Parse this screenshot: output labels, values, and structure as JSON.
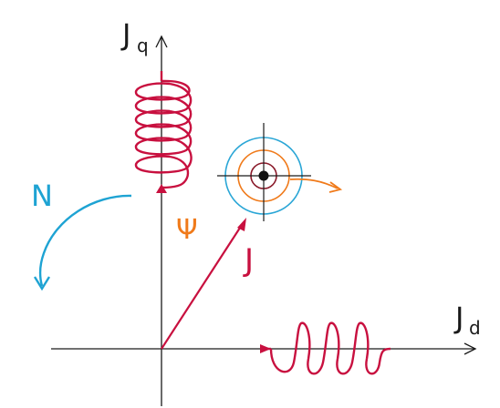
{
  "axes": {
    "vertical_label": "J",
    "vertical_subscript": "q",
    "horizontal_label": "J",
    "horizontal_subscript": "d"
  },
  "labels": {
    "rotation": "N",
    "flux": "Ψ",
    "current": "J"
  },
  "colors": {
    "axis": "#1a1a1a",
    "coil": "#c8103f",
    "rotation_arrow": "#1ea3d3",
    "flux": "#f07a1a",
    "circle_outer": "#2aa6d6",
    "circle_middle": "#f07a1a",
    "circle_inner": "#8a1a2a",
    "center_dot": "#111111"
  }
}
